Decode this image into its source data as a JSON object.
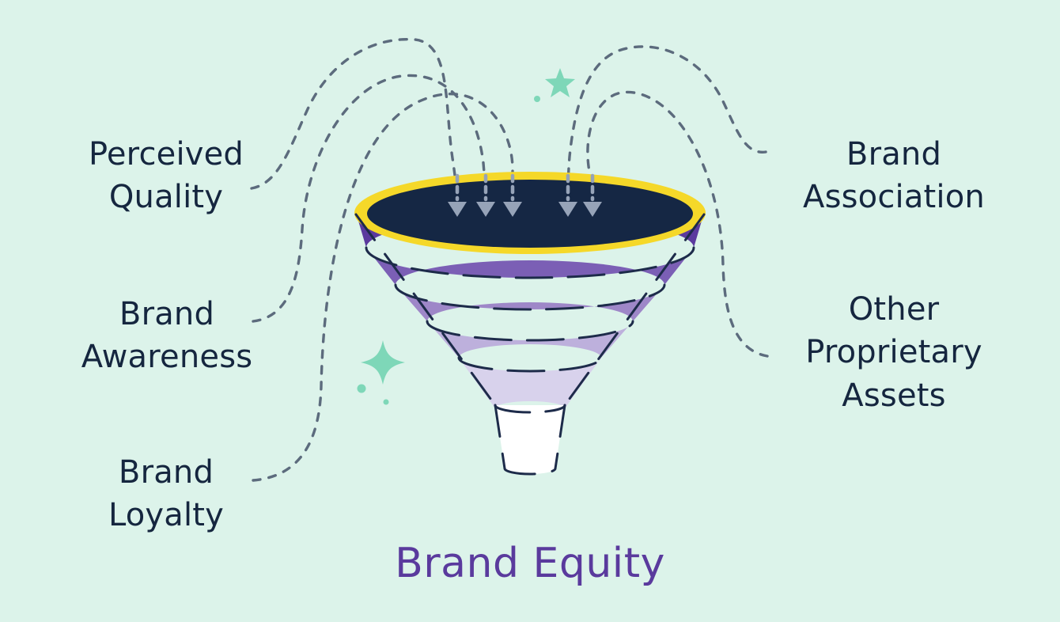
{
  "diagram": {
    "title": "Brand Equity",
    "title_color": "#5a3a9d",
    "background_color": "#dcf3ea",
    "label_color": "#15263f",
    "type": "funnel-diagram",
    "subject": "Brand Equity"
  },
  "labels": {
    "left": [
      {
        "id": "perceived-quality",
        "text": "Perceived\nQuality"
      },
      {
        "id": "brand-awareness",
        "text": "Brand\nAwareness"
      },
      {
        "id": "brand-loyalty",
        "text": "Brand\nLoyalty"
      }
    ],
    "right": [
      {
        "id": "brand-association",
        "text": "Brand\nAssociation"
      },
      {
        "id": "other-assets",
        "text": "Other\nProprietary\nAssets"
      }
    ]
  },
  "funnel": {
    "rim_color": "#f5d829",
    "mouth_color": "#152744",
    "spout_color": "#ffffff",
    "outline_color": "#1d2b4a",
    "layers": [
      {
        "name": "layer-1",
        "color": "#5b3a9e"
      },
      {
        "name": "layer-2",
        "color": "#7b5fb5"
      },
      {
        "name": "layer-3",
        "color": "#9e87c8"
      },
      {
        "name": "layer-4",
        "color": "#bdb0dc"
      },
      {
        "name": "layer-5",
        "color": "#d8d2ec"
      }
    ]
  },
  "arrows": {
    "color": "#96a3b8",
    "count": 5,
    "direction": "down"
  },
  "connectors": {
    "color": "#5c6b7d",
    "style": "dashed",
    "left_count": 3,
    "right_count": 2
  },
  "decorations": {
    "sparkle_color": "#7ed7b8",
    "items": [
      {
        "name": "sparkle-four-point-left",
        "kind": "four-point-star"
      },
      {
        "name": "sparkle-five-point-top",
        "kind": "five-point-star"
      },
      {
        "name": "dot-small-left",
        "kind": "dot"
      },
      {
        "name": "dot-tiny-left",
        "kind": "dot"
      },
      {
        "name": "dot-tiny-top",
        "kind": "dot"
      }
    ]
  }
}
